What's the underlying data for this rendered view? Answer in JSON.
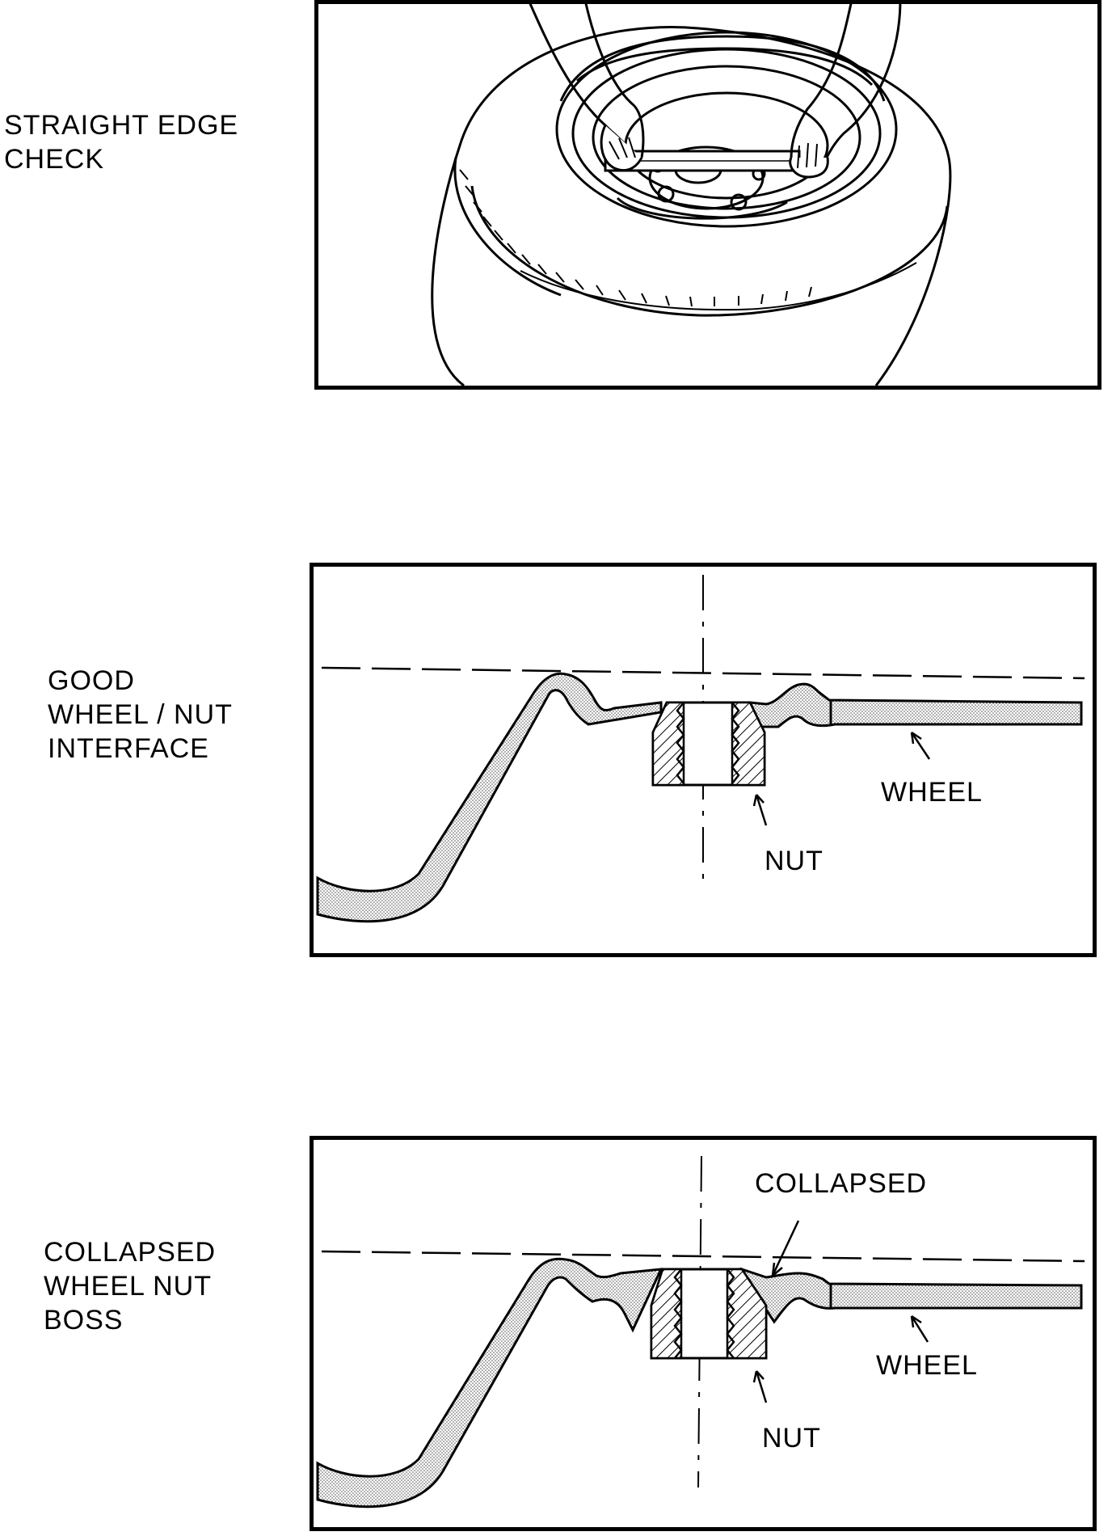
{
  "figure": {
    "panels": [
      {
        "id": "straight-edge",
        "side_label_lines": [
          "STRAIGHT  EDGE",
          "CHECK"
        ]
      },
      {
        "id": "good-interface",
        "side_label_lines": [
          "GOOD",
          "WHEEL / NUT",
          "INTERFACE"
        ],
        "callouts": {
          "wheel": "WHEEL",
          "nut": "NUT"
        }
      },
      {
        "id": "collapsed-boss",
        "side_label_lines": [
          "COLLAPSED",
          "WHEEL  NUT",
          "BOSS"
        ],
        "callouts": {
          "collapsed": "COLLAPSED",
          "wheel": "WHEEL",
          "nut": "NUT"
        }
      }
    ]
  }
}
